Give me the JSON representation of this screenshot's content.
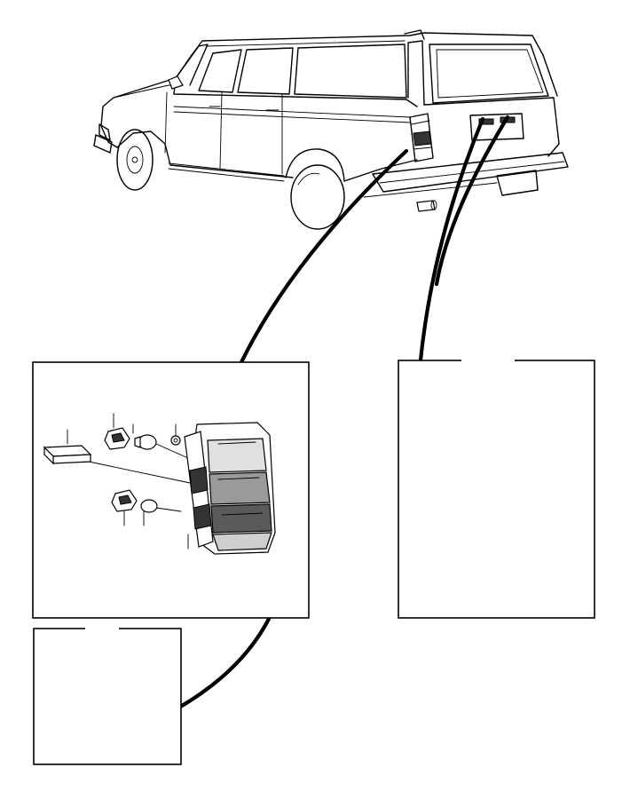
{
  "figure": {
    "subject": "station-wagon-rear-lighting",
    "callouts": [
      {
        "id": "tail-light-assembly",
        "target": "tail-light"
      },
      {
        "id": "license-plate-lamp",
        "target": "license-plate-light"
      },
      {
        "id": "lamp-unit-detail",
        "target": "tail-light-lens"
      }
    ],
    "tail_light_parts": [
      {
        "id": "bulb-holder-connector"
      },
      {
        "id": "bulb-socket-upper"
      },
      {
        "id": "bulb-upper"
      },
      {
        "id": "retaining-nut"
      },
      {
        "id": "bulb-socket-lower"
      },
      {
        "id": "bulb-lower"
      },
      {
        "id": "lens-housing"
      }
    ]
  }
}
